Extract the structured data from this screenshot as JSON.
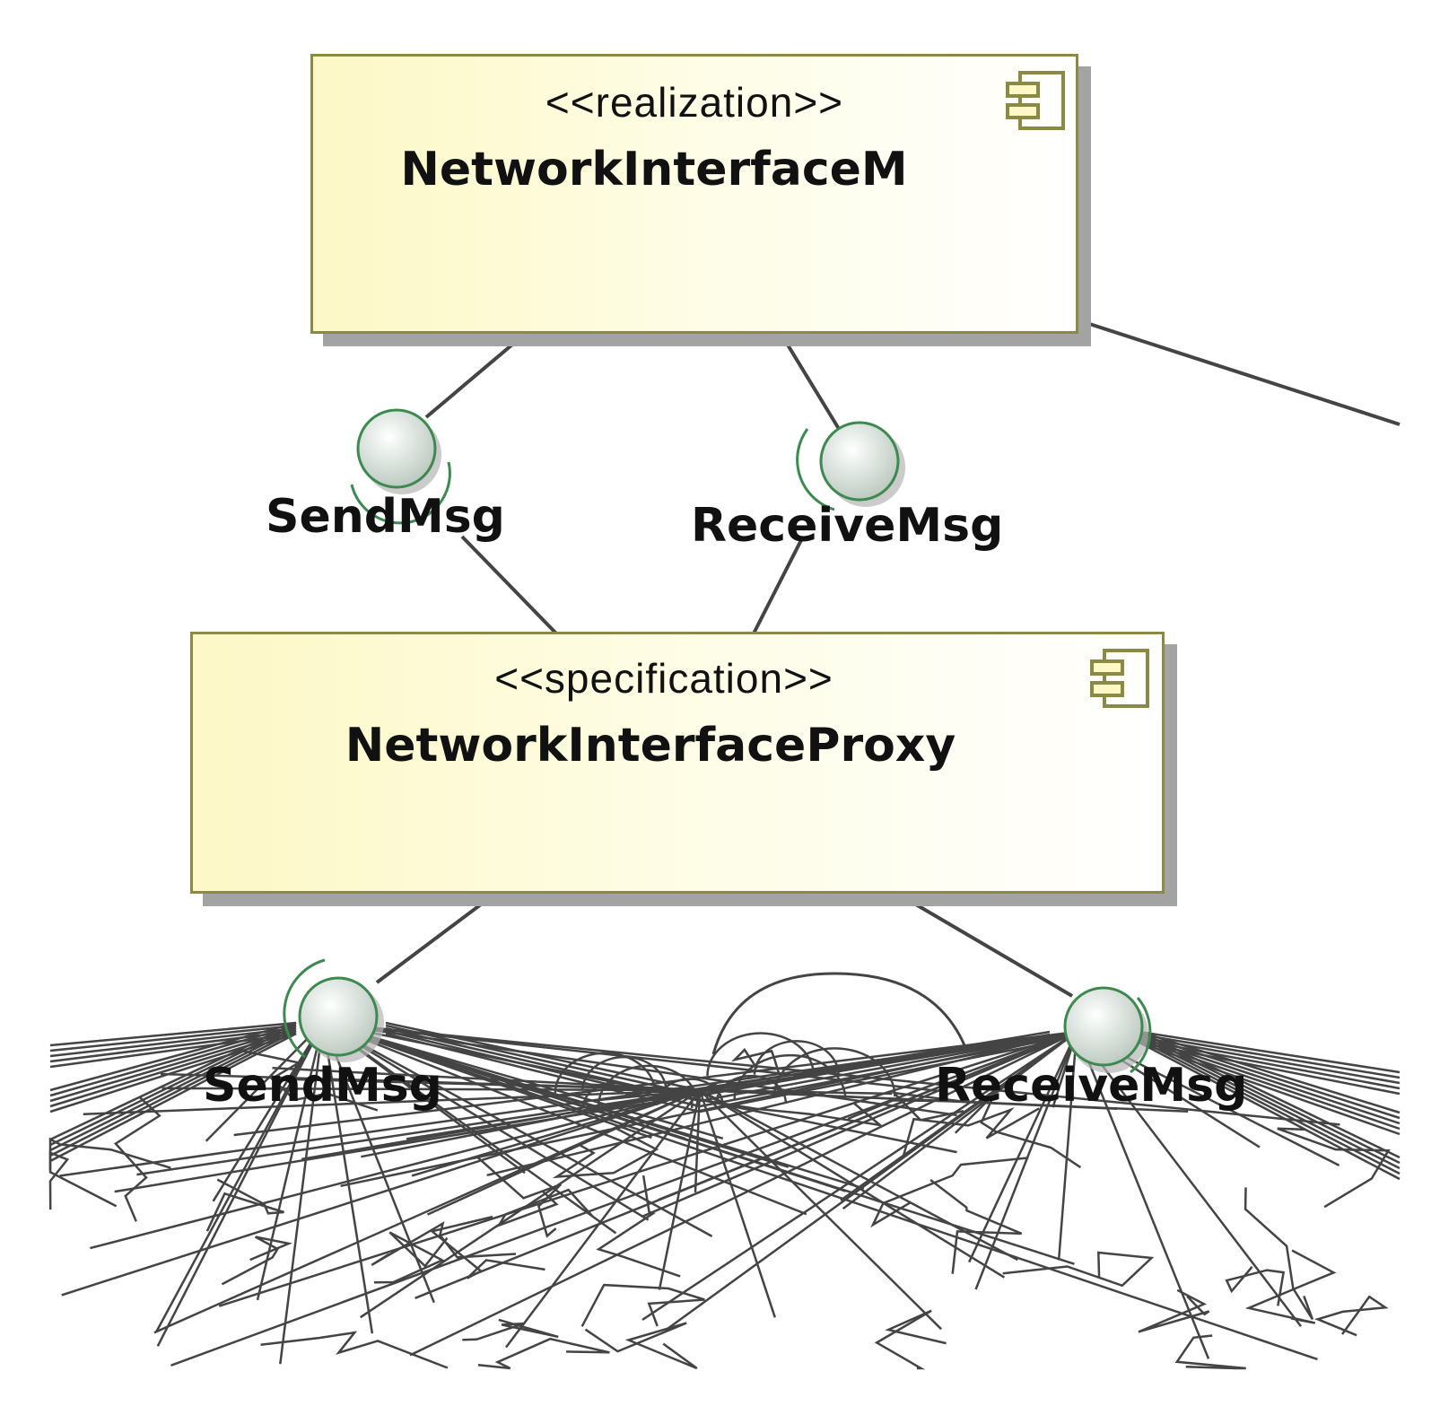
{
  "components": [
    {
      "id": "network-interface-m",
      "stereotype": "<<realization>>",
      "name": "NetworkInterfaceM"
    },
    {
      "id": "network-interface-proxy",
      "stereotype": "<<specification>>",
      "name": "NetworkInterfaceProxy"
    }
  ],
  "interfaces": [
    {
      "id": "send-msg-1",
      "label": "SendMsg"
    },
    {
      "id": "receive-msg-1",
      "label": "ReceiveMsg"
    },
    {
      "id": "send-msg-2",
      "label": "SendMsg"
    },
    {
      "id": "receive-msg-2",
      "label": "ReceiveMsg"
    }
  ],
  "colors": {
    "box_border": "#8a8a44",
    "box_fill": "#fdf8c6",
    "interface_stroke": "#3c8a4f",
    "connector": "#444444"
  }
}
